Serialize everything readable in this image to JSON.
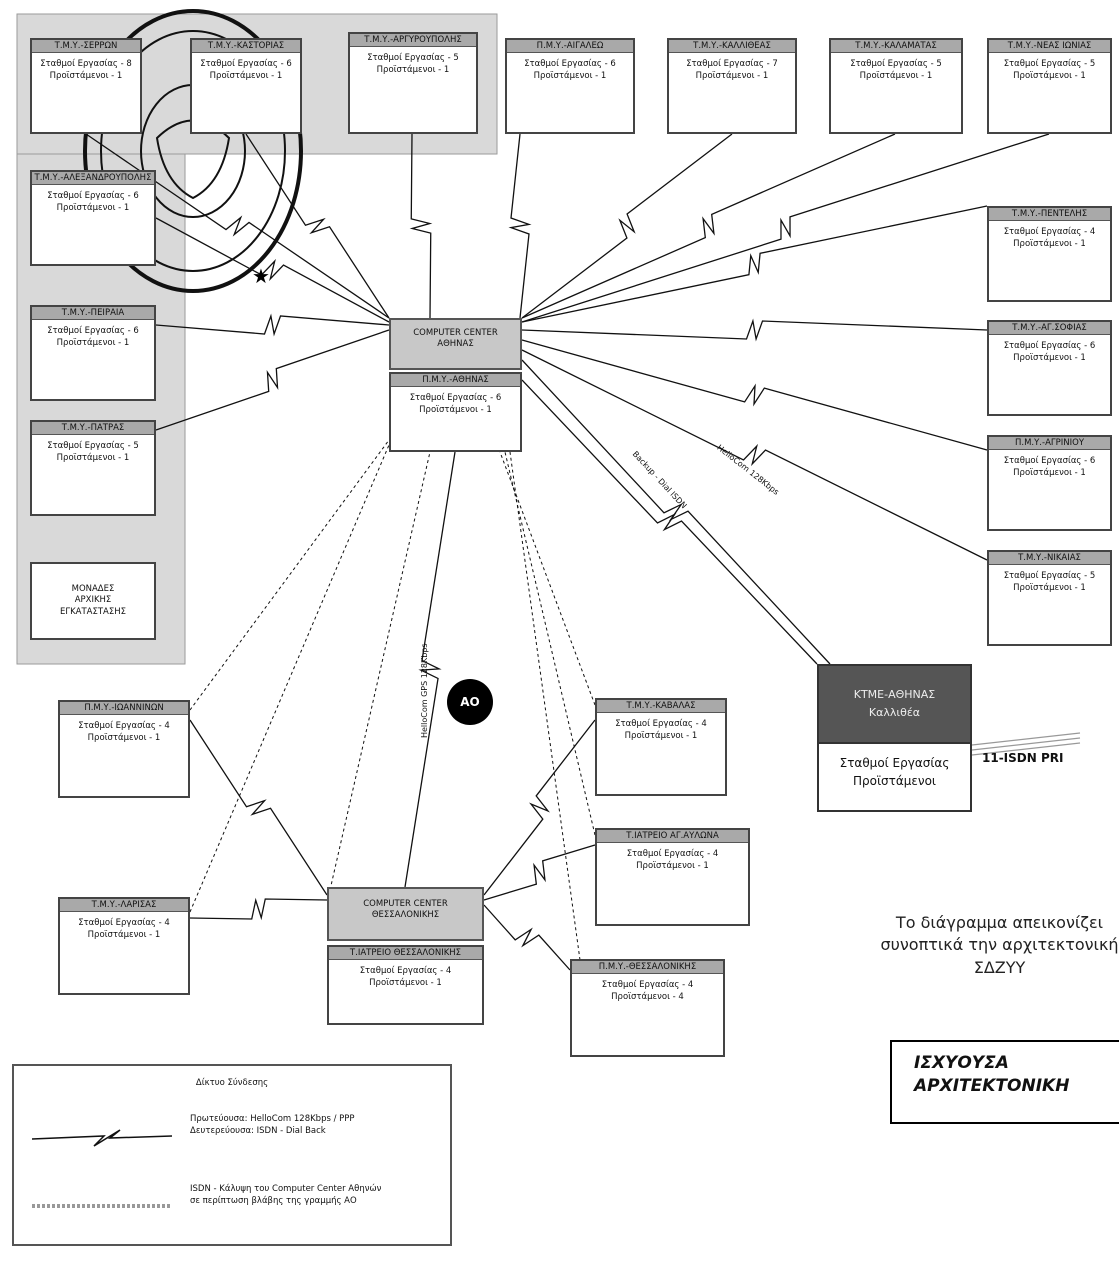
{
  "panels": {
    "north_region_label": "ΜΟΝΑΔΕΣ\nΑΡΧΙΚΗΣ\nΕΓΚΑΤΑΣΤΑΣΗΣ"
  },
  "nodes": [
    {
      "id": "n_serres",
      "title": "Τ.Μ.Υ.-ΣΕΡΡΩΝ",
      "l1": "Σταθμοί Εργασίας - 8",
      "l2": "Προϊστάμενοι - 1"
    },
    {
      "id": "n_kastoria",
      "title": "Τ.Μ.Υ.-ΚΑΣΤΟΡΙΑΣ",
      "l1": "Σταθμοί Εργασίας - 6",
      "l2": "Προϊστάμενοι - 1"
    },
    {
      "id": "n_argyroupoli",
      "title": "Τ.Μ.Υ.-ΑΡΓΥΡΟΥΠΟΛΗΣ",
      "l1": "Σταθμοί Εργασίας - 5",
      "l2": "Προϊστάμενοι - 1"
    },
    {
      "id": "n_aigaleo",
      "title": "Π.Μ.Υ.-ΑΙΓΑΛΕΩ",
      "l1": "Σταθμοί Εργασίας - 6",
      "l2": "Προϊστάμενοι - 1"
    },
    {
      "id": "n_kallithea",
      "title": "Τ.Μ.Υ.-ΚΑΛΛΙΘΕΑΣ",
      "l1": "Σταθμοί Εργασίας - 7",
      "l2": "Προϊστάμενοι - 1"
    },
    {
      "id": "n_kalamata",
      "title": "Τ.Μ.Υ.-ΚΑΛΑΜΑΤΑΣ",
      "l1": "Σταθμοί Εργασίας - 5",
      "l2": "Προϊστάμενοι - 1"
    },
    {
      "id": "n_nea_ionia",
      "title": "Τ.Μ.Υ.-ΝΕΑΣ ΙΩΝΙΑΣ",
      "l1": "Σταθμοί Εργασίας - 5",
      "l2": "Προϊστάμενοι - 1"
    },
    {
      "id": "n_alexandroupoli",
      "title": "Τ.Μ.Υ.-ΑΛΕΞΑΝΔΡΟΥΠΟΛΗΣ",
      "l1": "Σταθμοί Εργασίας - 6",
      "l2": "Προϊστάμενοι - 1"
    },
    {
      "id": "n_piraeus",
      "title": "Τ.Μ.Υ.-ΠΕΙΡΑΙΑ",
      "l1": "Σταθμοί Εργασίας - 6",
      "l2": "Προϊστάμενοι - 1"
    },
    {
      "id": "n_patras",
      "title": "Τ.Μ.Υ.-ΠΑΤΡΑΣ",
      "l1": "Σταθμοί Εργασίας - 5",
      "l2": "Προϊστάμενοι - 1"
    },
    {
      "id": "n_pendeli",
      "title": "Τ.Μ.Υ.-ΠΕΝΤΕΛΗΣ",
      "l1": "Σταθμοί Εργασίας - 4",
      "l2": "Προϊστάμενοι - 1"
    },
    {
      "id": "n_agia_sofia",
      "title": "Τ.Μ.Υ.-ΑΓ.ΣΟΦΙΑΣ",
      "l1": "Σταθμοί Εργασίας - 6",
      "l2": "Προϊστάμενοι - 1"
    },
    {
      "id": "n_agrinio",
      "title": "Π.Μ.Υ.-ΑΓΡΙΝΙΟΥ",
      "l1": "Σταθμοί Εργασίας - 6",
      "l2": "Προϊστάμενοι - 1"
    },
    {
      "id": "n_nikaia",
      "title": "Τ.Μ.Υ.-ΝΙΚΑΙΑΣ",
      "l1": "Σταθμοί Εργασίας - 5",
      "l2": "Προϊστάμενοι - 1"
    },
    {
      "id": "n_athens",
      "title": "Π.Μ.Υ.-ΑΘΗΝΑΣ",
      "l1": "Σταθμοί Εργασίας - 6",
      "l2": "Προϊστάμενοι - 1"
    },
    {
      "id": "n_ioannina",
      "title": "Π.Μ.Υ.-ΙΩΑΝΝΙΝΩΝ",
      "l1": "Σταθμοί Εργασίας - 4",
      "l2": "Προϊστάμενοι - 1"
    },
    {
      "id": "n_larisa",
      "title": "Τ.Μ.Υ.-ΛΑΡΙΣΑΣ",
      "l1": "Σταθμοί Εργασίας - 4",
      "l2": "Προϊστάμενοι - 1"
    },
    {
      "id": "n_thess",
      "title": "Τ.ΙΑΤΡΕΙΟ ΘΕΣΣΑΛΟΝΙΚΗΣ",
      "l1": "Σταθμοί Εργασίας - 4",
      "l2": "Προϊστάμενοι - 1"
    },
    {
      "id": "n_kavala",
      "title": "Τ.Μ.Υ.-ΚΑΒΑΛΑΣ",
      "l1": "Σταθμοί Εργασίας - 4",
      "l2": "Προϊστάμενοι - 1"
    },
    {
      "id": "n_iatreio_ayl",
      "title": "Τ.ΙΑΤΡΕΙΟ ΑΓ.ΑΥΛΩΝΑ",
      "l1": "Σταθμοί Εργασίας - 4",
      "l2": "Προϊστάμενοι - 1"
    },
    {
      "id": "n_thess2",
      "title": "Π.Μ.Υ.-ΘΕΣΣΑΛΟΝΙΚΗΣ",
      "l1": "Σταθμοί Εργασίας - 4",
      "l2": "Προϊστάμενοι - 4"
    }
  ],
  "computer_centers": {
    "athens": "COMPUTER CENTER\nΑΘΗΝΑΣ",
    "thessaloniki": "COMPUTER CENTER\nΘΕΣΣΑΛΟΝΙΚΗΣ"
  },
  "links": {
    "ktme_link_a": "Backup - Dial ISDN",
    "ktme_link_b": "HelloCom 128Kbps",
    "ao_link": "HelloCom GPS 128Kbps"
  },
  "ao_label": "ΑΟ",
  "ktme": {
    "top1": "ΚΤΜΕ-ΑΘΗΝΑΣ",
    "top2": "Καλλιθέα",
    "bot1": "Σταθμοί Εργασίας",
    "bot2": "Προϊστάμενοι"
  },
  "pri_label": "11-ISDN PRI",
  "caption": "Το διάγραμμα απεικονίζει συνοπτικά την αρχιτεκτονική ΣΔΖΥΥ",
  "title_box": {
    "line1": "ΙΣΧΥΟΥΣΑ",
    "line2": "ΑΡΧΙΤΕΚΤΟΝΙΚΗ"
  },
  "legend": {
    "title": "Δίκτυο Σύνδεσης",
    "l1a": "Πρωτεύουσα:   HelloCom 128Kbps / PPP",
    "l1b": "Δευτερεύουσα:   ISDN - Dial Back",
    "l2a": "ISDN - Κάλυψη του Computer Center Αθηνών",
    "l2b": "σε περίπτωση βλάβης της γραμμής ΑΟ"
  },
  "colors": {
    "header": "#a9a9a9",
    "panel": "#d9d9d9",
    "ktme": "#555555",
    "ao": "#000000"
  }
}
